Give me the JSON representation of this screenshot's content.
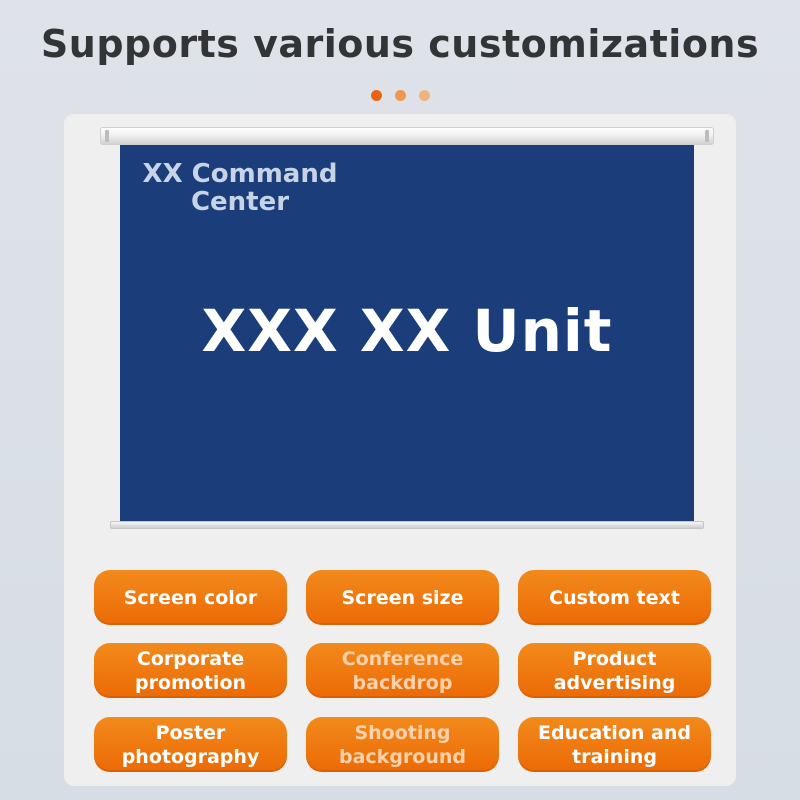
{
  "heading": "Supports various customizations",
  "pager": {
    "dot_colors": [
      "#e8650e",
      "#ef9651",
      "#efb382"
    ]
  },
  "screen": {
    "org_line1": "XX Command",
    "org_line2": "Center",
    "unit_name": "XXX XX Unit",
    "screen_color": "#1b3d7a"
  },
  "options": [
    {
      "label": "Screen color"
    },
    {
      "label": "Screen size"
    },
    {
      "label": "Custom text"
    },
    {
      "line1": "Corporate",
      "line2": "promotion"
    },
    {
      "line1": "Conference",
      "line2": "backdrop"
    },
    {
      "line1": "Product",
      "line2": "advertising"
    },
    {
      "line1": "Poster",
      "line2": "photography"
    },
    {
      "line1": "Shooting",
      "line2": "background"
    },
    {
      "line1": "Education and",
      "line2": "training"
    }
  ],
  "colors": {
    "accent": "#ec6a05",
    "heading_text": "#333436"
  }
}
